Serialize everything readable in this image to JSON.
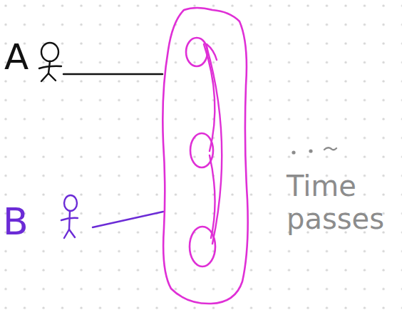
{
  "diagram": {
    "labels": [
      "A",
      "B",
      "Time passes"
    ]
  }
}
